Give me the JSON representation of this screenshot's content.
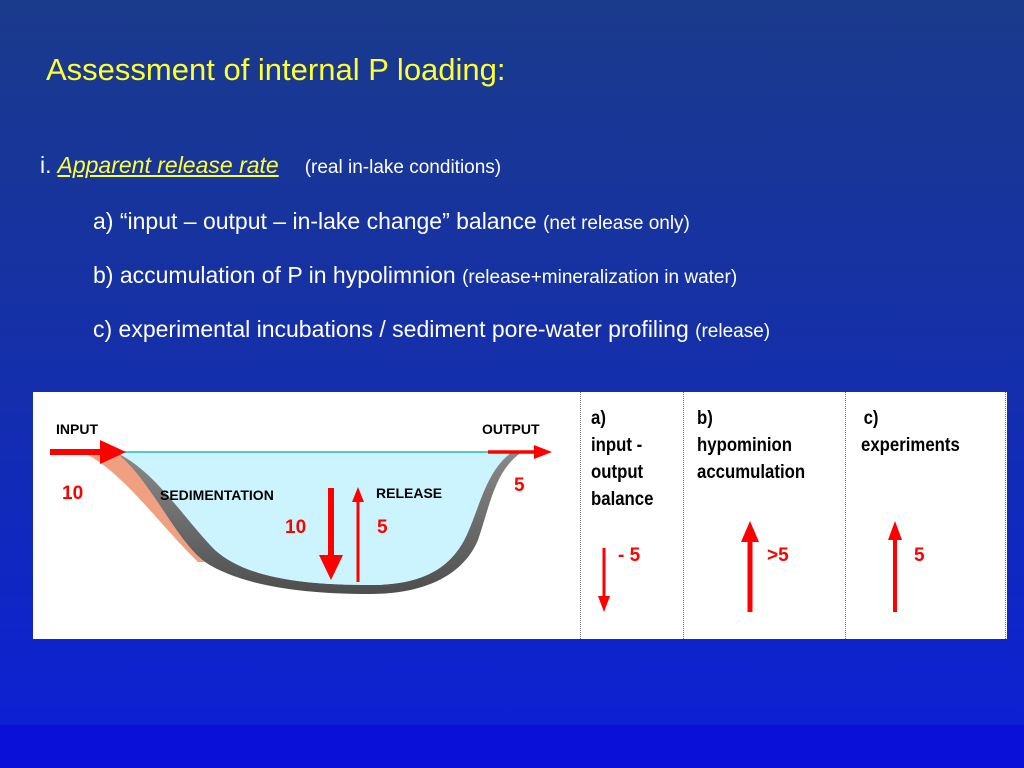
{
  "title": "Assessment of internal P loading:",
  "item_i": {
    "prefix": "i.",
    "name": "Apparent release rate",
    "note": "(real in-lake conditions)"
  },
  "item_a": {
    "text": "a) “input – output – in-lake change” balance",
    "note": "(net release only)"
  },
  "item_b": {
    "text": "b)  accumulation of P in hypolimnion",
    "note": "(release+mineralization in water)"
  },
  "item_c": {
    "text": "c)  experimental incubations / sediment pore-water profiling",
    "note": "(release)"
  },
  "lake": {
    "input_label": "INPUT",
    "output_label": "OUTPUT",
    "sedimentation_label": "SEDIMENTATION",
    "release_label": "RELEASE",
    "input_value": "10",
    "output_value": "5",
    "sedimentation_value": "10",
    "release_value": "5"
  },
  "columns": [
    {
      "letter": "a)",
      "line1": "input -",
      "line2": "output",
      "line3": "balance",
      "value": "- 5",
      "direction": "down"
    },
    {
      "letter": "b)",
      "line1": "hypominion",
      "line2": "accumulation",
      "value": ">5",
      "direction": "up"
    },
    {
      "letter": "c)",
      "line1": "experiments",
      "value": "5",
      "direction": "up"
    }
  ],
  "colors": {
    "title": "#ffff33",
    "text": "#ffffff",
    "arrow": "#ff0000",
    "water": "#ccf4ff",
    "sediment": "#6b6b6b",
    "shore": "#f0a07e"
  }
}
